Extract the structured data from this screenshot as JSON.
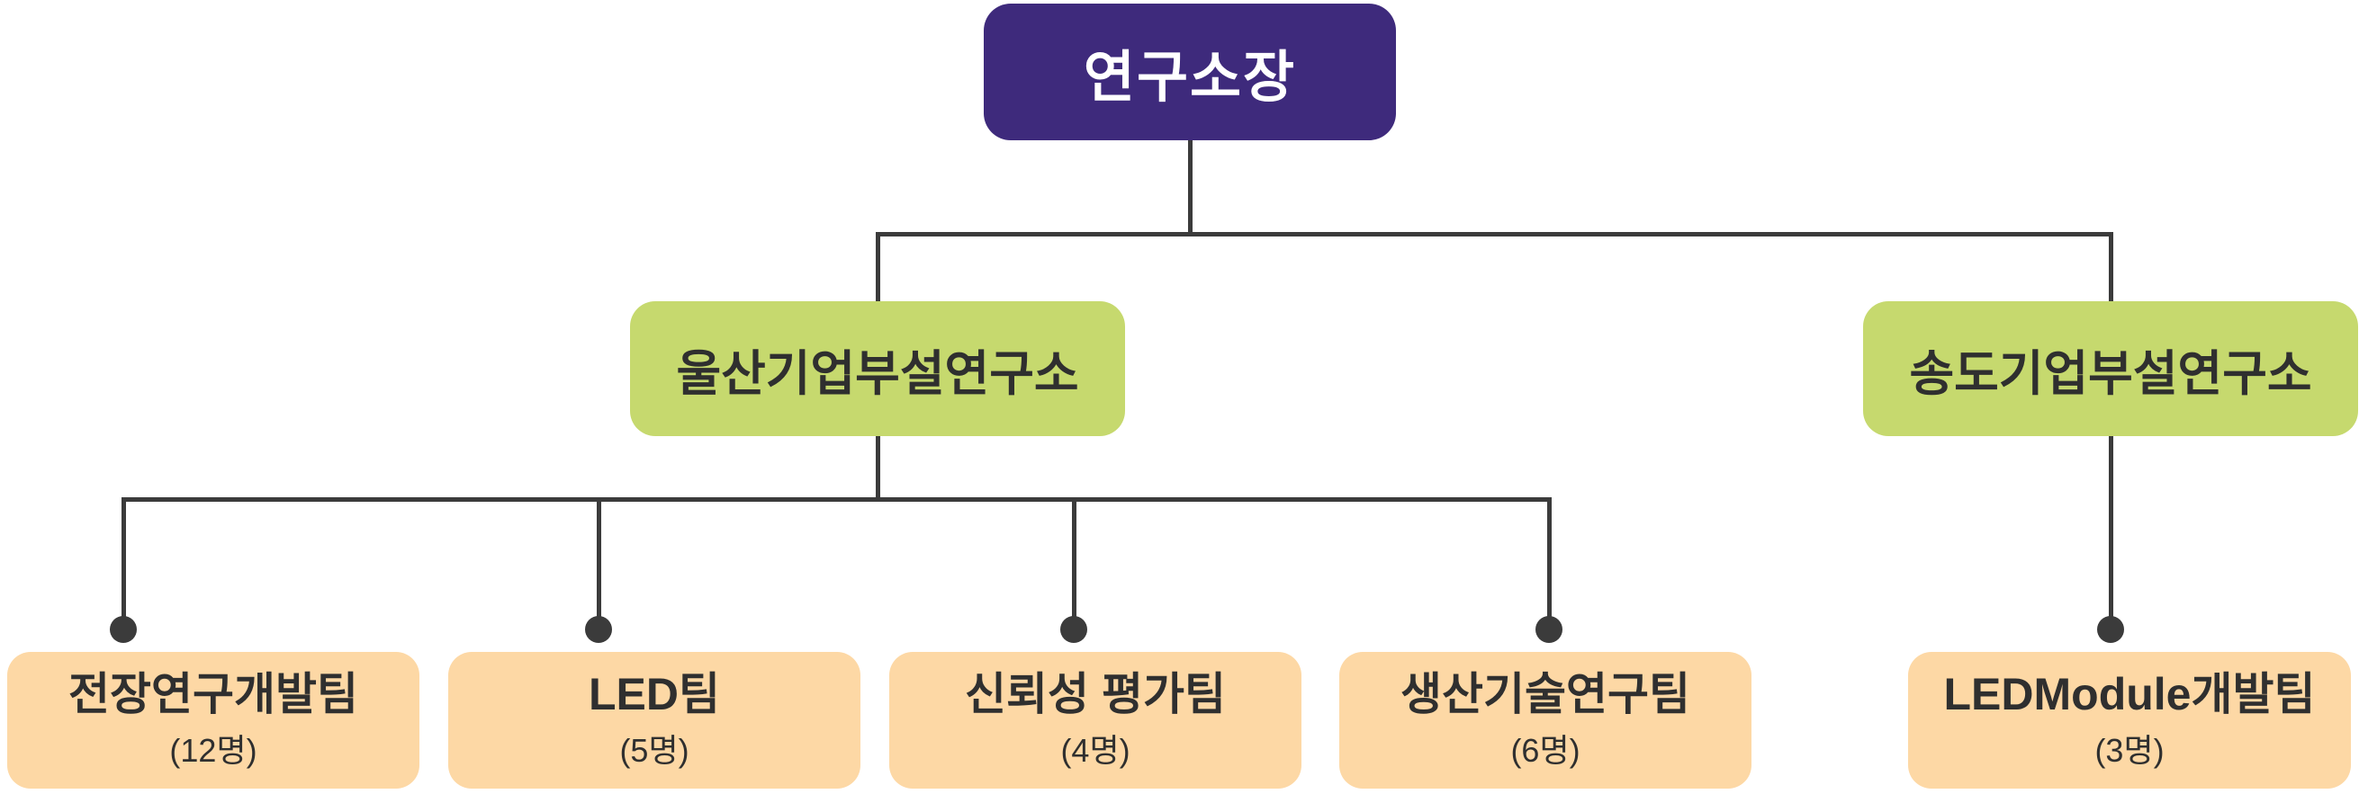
{
  "root": {
    "label": "연구소장"
  },
  "branches": [
    {
      "label": "울산기업부설연구소"
    },
    {
      "label": "송도기업부설연구소"
    }
  ],
  "teams": [
    {
      "name": "전장연구개발팀",
      "count": "(12명)"
    },
    {
      "name": "LED팀",
      "count": "(5명)"
    },
    {
      "name": "신뢰성 평가팀",
      "count": "(4명)"
    },
    {
      "name": "생산기술연구팀",
      "count": "(6명)"
    },
    {
      "name": "LEDModule개발팀",
      "count": "(3명)"
    }
  ],
  "colors": {
    "root_bg": "#3e2a7c",
    "root_text": "#ffffff",
    "branch_bg": "#c6d96e",
    "team_bg": "#fdd8a5",
    "text": "#2f2f2f",
    "line": "#3b3b3b"
  }
}
